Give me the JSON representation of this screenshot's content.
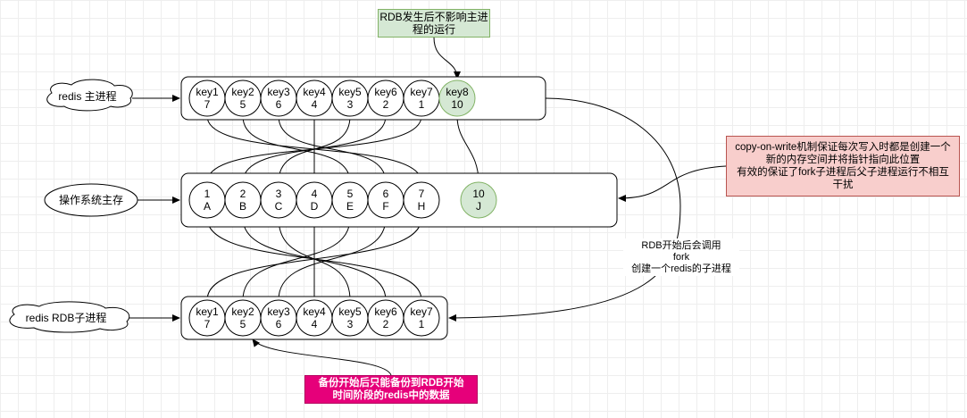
{
  "main_process": {
    "label": "redis 主进程",
    "cells": [
      {
        "key": "key1",
        "value": "7"
      },
      {
        "key": "key2",
        "value": "5"
      },
      {
        "key": "key3",
        "value": "6"
      },
      {
        "key": "key4",
        "value": "4"
      },
      {
        "key": "key5",
        "value": "3"
      },
      {
        "key": "key6",
        "value": "2"
      },
      {
        "key": "key7",
        "value": "1"
      },
      {
        "key": "key8",
        "value": "10"
      }
    ]
  },
  "os_memory": {
    "label": "操作系统主存",
    "cells": [
      {
        "key": "1",
        "value": "A"
      },
      {
        "key": "2",
        "value": "B"
      },
      {
        "key": "3",
        "value": "C"
      },
      {
        "key": "4",
        "value": "D"
      },
      {
        "key": "5",
        "value": "E"
      },
      {
        "key": "6",
        "value": "F"
      },
      {
        "key": "7",
        "value": "H"
      },
      {
        "key": "10",
        "value": "J"
      }
    ]
  },
  "child_process": {
    "label": "redis RDB子进程",
    "cells": [
      {
        "key": "key1",
        "value": "7"
      },
      {
        "key": "key2",
        "value": "5"
      },
      {
        "key": "key3",
        "value": "6"
      },
      {
        "key": "key4",
        "value": "4"
      },
      {
        "key": "key5",
        "value": "3"
      },
      {
        "key": "key6",
        "value": "2"
      },
      {
        "key": "key7",
        "value": "1"
      }
    ]
  },
  "notes": {
    "top_green": [
      "RDB发生后不影响主进",
      "程的运行"
    ],
    "red_note": [
      "copy-on-write机制保证每次写入时都是创建一个",
      "新的内存空间并将指针指向此位置",
      "有效的保证了fork子进程后父子进程运行不相互",
      "干扰"
    ],
    "fork_label": [
      "RDB开始后会调用",
      "fork",
      "创建一个redis的子进程"
    ],
    "magenta_note": [
      "备份开始后只能备份到RDB开始",
      "时间阶段的redis中的数据"
    ]
  },
  "colors": {
    "green_fill": "#d5e8d4",
    "green_stroke": "#82b366",
    "red_fill": "#f8cecc",
    "red_stroke": "#b85450",
    "magenta_fill": "#e6007a",
    "stroke": "#000000"
  }
}
